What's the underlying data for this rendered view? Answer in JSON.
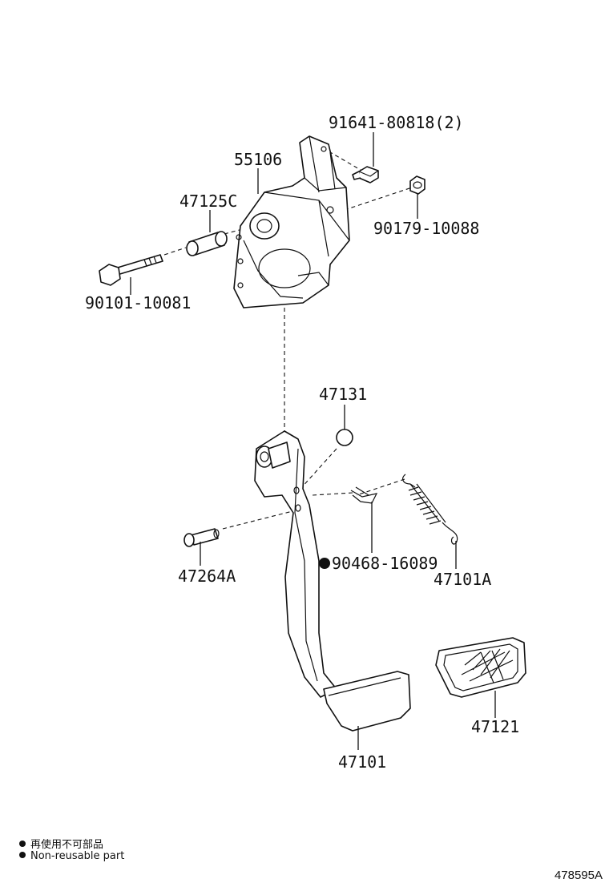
{
  "labels": {
    "p55106": "55106",
    "p91641": "91641-80818(2)",
    "p47125c": "47125C",
    "p90179": "90179-10088",
    "p90101": "90101-10081",
    "p47131": "47131",
    "p47264a": "47264A",
    "p90468": "90468-16089",
    "p47101a": "47101A",
    "p47101": "47101",
    "p47121": "47121"
  },
  "legend": {
    "jp": "再使用不可部品",
    "en": "Non-reusable part"
  },
  "reference_number": "478595A",
  "colors": {
    "ink": "#111111",
    "background": "#ffffff"
  }
}
